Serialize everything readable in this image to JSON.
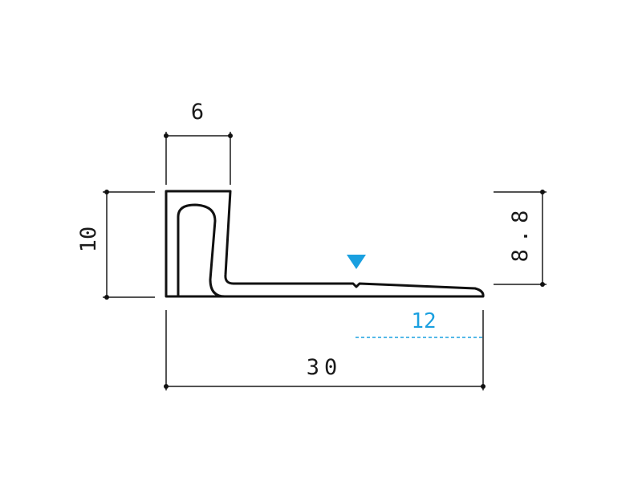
{
  "colors": {
    "line": "#111111",
    "accent": "#1aa0e0"
  },
  "dimensions": {
    "top_width": "6",
    "left_height": "10",
    "right_height": "8.8",
    "overall_width": "30",
    "accent_dimension": "12"
  },
  "icons": {
    "marker": "triangle-down-icon"
  }
}
